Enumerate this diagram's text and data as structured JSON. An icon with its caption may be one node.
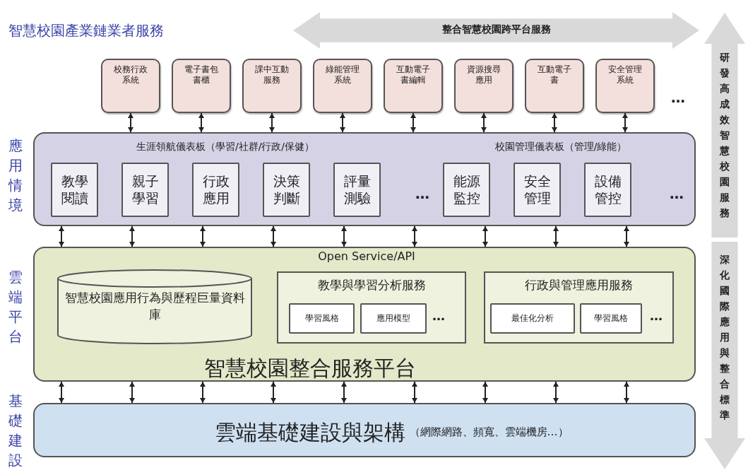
{
  "diagram": {
    "nodes": [
      {
        "text": [
          "整合智慧校園跨平台服務"
        ]
      },
      {
        "text": [
          "校務行政系統"
        ]
      },
      {
        "text": [
          "電子書包書櫃"
        ]
      },
      {
        "text": [
          "課中互動服務"
        ]
      },
      {
        "text": [
          "綠能管理系統"
        ]
      },
      {
        "text": [
          "互動電子書編輯"
        ]
      },
      {
        "text": [
          "資源搜尋應用"
        ]
      },
      {
        "text": [
          "互動電子書"
        ]
      },
      {
        "text": [
          "安全管理系統"
        ]
      },
      {
        "text": [
          "研發高成效智慧校園服務"
        ]
      },
      {
        "text": [
          "生涯領航儀表板（學習/社群/行政/保健）",
          "校園管理儀表板（管理/綠能）"
        ]
      },
      {
        "text": [
          "教學閱讀"
        ],
        "in": 10
      },
      {
        "text": [
          "親子學習"
        ],
        "in": 10
      },
      {
        "text": [
          "行政應用"
        ],
        "in": 10
      },
      {
        "text": [
          "決策判斷"
        ],
        "in": 10
      },
      {
        "text": [
          "評量測驗"
        ],
        "in": 10
      },
      {
        "text": [
          "能源監控"
        ],
        "in": 10
      },
      {
        "text": [
          "安全管理"
        ],
        "in": 10
      },
      {
        "text": [
          "設備管控"
        ],
        "in": 10
      },
      {
        "text": [
          "Open Service/API",
          "智慧校園整合服務平台"
        ]
      },
      {
        "text": [
          "智慧校園應用行為與歷程巨量資料庫"
        ],
        "in": 19
      },
      {
        "text": [
          "教學與學習分析服務"
        ],
        "in": 19
      },
      {
        "text": [
          "學習風格"
        ],
        "in": 21
      },
      {
        "text": [
          "應用模型"
        ],
        "in": 21
      },
      {
        "text": [
          "行政與管理應用服務"
        ],
        "in": 19
      },
      {
        "text": [
          "最佳化分析"
        ],
        "in": 24
      },
      {
        "text": [
          "學習風格"
        ],
        "in": 24
      },
      {
        "text": [
          "深化國際應用與整合標準"
        ]
      },
      {
        "text": [
          "雲端基礎建設與架構",
          "（網際網路、頻寬、雲端機房…）"
        ]
      }
    ],
    "edges": [
      {
        "from": 1,
        "to": 10,
        "arrow": "both"
      },
      {
        "from": 2,
        "to": 10,
        "arrow": "both"
      },
      {
        "from": 3,
        "to": 10,
        "arrow": "both"
      },
      {
        "from": 4,
        "to": 10,
        "arrow": "both"
      },
      {
        "from": 5,
        "to": 10,
        "arrow": "both"
      },
      {
        "from": 6,
        "to": 10,
        "arrow": "both"
      },
      {
        "from": 7,
        "to": 10,
        "arrow": "both"
      },
      {
        "from": 8,
        "to": 10,
        "arrow": "both"
      },
      {
        "from": 10,
        "to": 19,
        "arrow": "both"
      },
      {
        "from": 10,
        "to": 19,
        "arrow": "both"
      },
      {
        "from": 10,
        "to": 19,
        "arrow": "both"
      },
      {
        "from": 10,
        "to": 19,
        "arrow": "both"
      },
      {
        "from": 10,
        "to": 19,
        "arrow": "both"
      },
      {
        "from": 10,
        "to": 19,
        "arrow": "both"
      },
      {
        "from": 10,
        "to": 19,
        "arrow": "both"
      },
      {
        "from": 10,
        "to": 19,
        "arrow": "both"
      },
      {
        "from": 10,
        "to": 19,
        "arrow": "both"
      },
      {
        "from": 19,
        "to": 28,
        "arrow": "both"
      },
      {
        "from": 19,
        "to": 28,
        "arrow": "both"
      },
      {
        "from": 19,
        "to": 28,
        "arrow": "both"
      },
      {
        "from": 19,
        "to": 28,
        "arrow": "both"
      },
      {
        "from": 19,
        "to": 28,
        "arrow": "both"
      },
      {
        "from": 19,
        "to": 28,
        "arrow": "both"
      },
      {
        "from": 19,
        "to": 28,
        "arrow": "both"
      },
      {
        "from": 19,
        "to": 28,
        "arrow": "both"
      },
      {
        "from": 19,
        "to": 28,
        "arrow": "both"
      }
    ],
    "labels": [
      "智慧校園產業鏈業者服務",
      "應用情境",
      "雲端平台",
      "基礎建設",
      "…",
      "…",
      "…",
      "…",
      "…"
    ]
  }
}
